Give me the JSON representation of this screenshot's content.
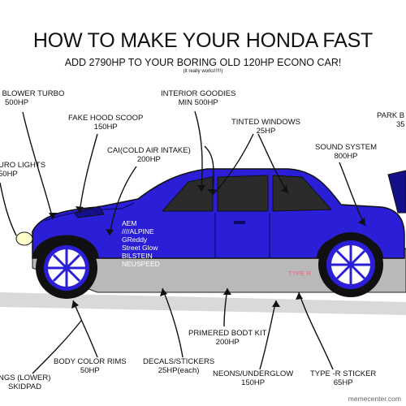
{
  "header": {
    "title": "HOW TO MAKE YOUR HONDA FAST",
    "subtitle": "ADD 2790HP TO YOUR BORING OLD 120HP ECONO CAR!",
    "tagline": "(it really works!!!!!)"
  },
  "labels": {
    "blower_turbo": {
      "line1": "F BLOWER TURBO",
      "line2": "500HP"
    },
    "interior": {
      "line1": "INTERIOR GOODIES",
      "line2": "MIN 500HP"
    },
    "hood_scoop": {
      "line1": "FAKE HOOD SCOOP",
      "line2": "150HP"
    },
    "tinted": {
      "line1": "TINTED WINDOWS",
      "line2": "25HP"
    },
    "park": {
      "line1": "PARK B",
      "line2": "35"
    },
    "cai": {
      "line1": "CAI(COLD AIR INTAKE)",
      "line2": "200HP"
    },
    "sound": {
      "line1": "SOUND SYSTEM",
      "line2": "800HP"
    },
    "euro_lights": {
      "line1": "URO LIGHTS",
      "line2": "50HP"
    },
    "primered": {
      "line1": "PRIMERED BODT KIT",
      "line2": "200HP"
    },
    "rims": {
      "line1": "BODY COLOR RIMS",
      "line2": "50HP"
    },
    "decals": {
      "line1": "DECALS/STICKERS",
      "line2": "25HP(each)"
    },
    "neons": {
      "line1": "NEONS/UNDERGLOW",
      "line2": "150HP"
    },
    "type_r": {
      "line1": "TYPE -R STICKER",
      "line2": "65HP"
    },
    "lowered": {
      "line1": "NGS (LOWER)",
      "line2": "SKIDPAD"
    }
  },
  "decal_text": [
    "AEM",
    "////ALPINE",
    "GReddy",
    "Street Glow",
    "BILSTEIN",
    "NEUSPEED"
  ],
  "type_r_badge": "TYPE R",
  "watermark": "memecenter.com",
  "colors": {
    "body": "#2a1fd6",
    "body_dark": "#14108a",
    "window": "#2b2b2b",
    "primer": "#b9b9b9",
    "ground": "#d9d9d9",
    "wheel_rim": "#ffffff",
    "ink": "#111111"
  }
}
